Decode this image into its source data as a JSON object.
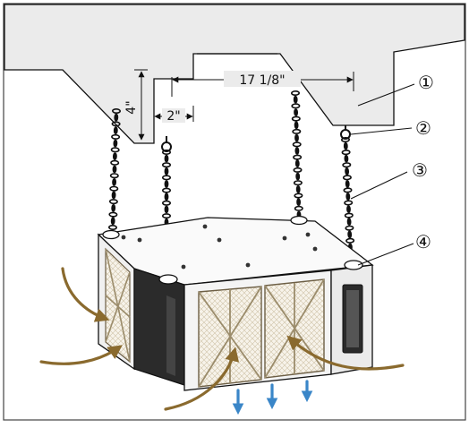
{
  "dimensions": {
    "height_ceiling_drop": "4\"",
    "offset_lug": "2\"",
    "span_mounts": "17 1/8\""
  },
  "callouts": [
    {
      "id": "1",
      "label": "①"
    },
    {
      "id": "2",
      "label": "②"
    },
    {
      "id": "3",
      "label": "③"
    },
    {
      "id": "4",
      "label": "④"
    }
  ],
  "colors": {
    "ceiling_fill": "#e8e8e8",
    "line": "#111111",
    "intake_arrow": "#8a6a2e",
    "exhaust_arrow": "#3a86c8",
    "filter_frame": "#b9a98a",
    "housing_dark": "#2b2b2b",
    "housing_light": "#f5f5f5"
  },
  "icons": {
    "intake_arrows": "curved-airflow-arrow",
    "exhaust_arrows": "down-arrow",
    "chain": "chain-link",
    "eye_bolt": "eye-bolt"
  }
}
